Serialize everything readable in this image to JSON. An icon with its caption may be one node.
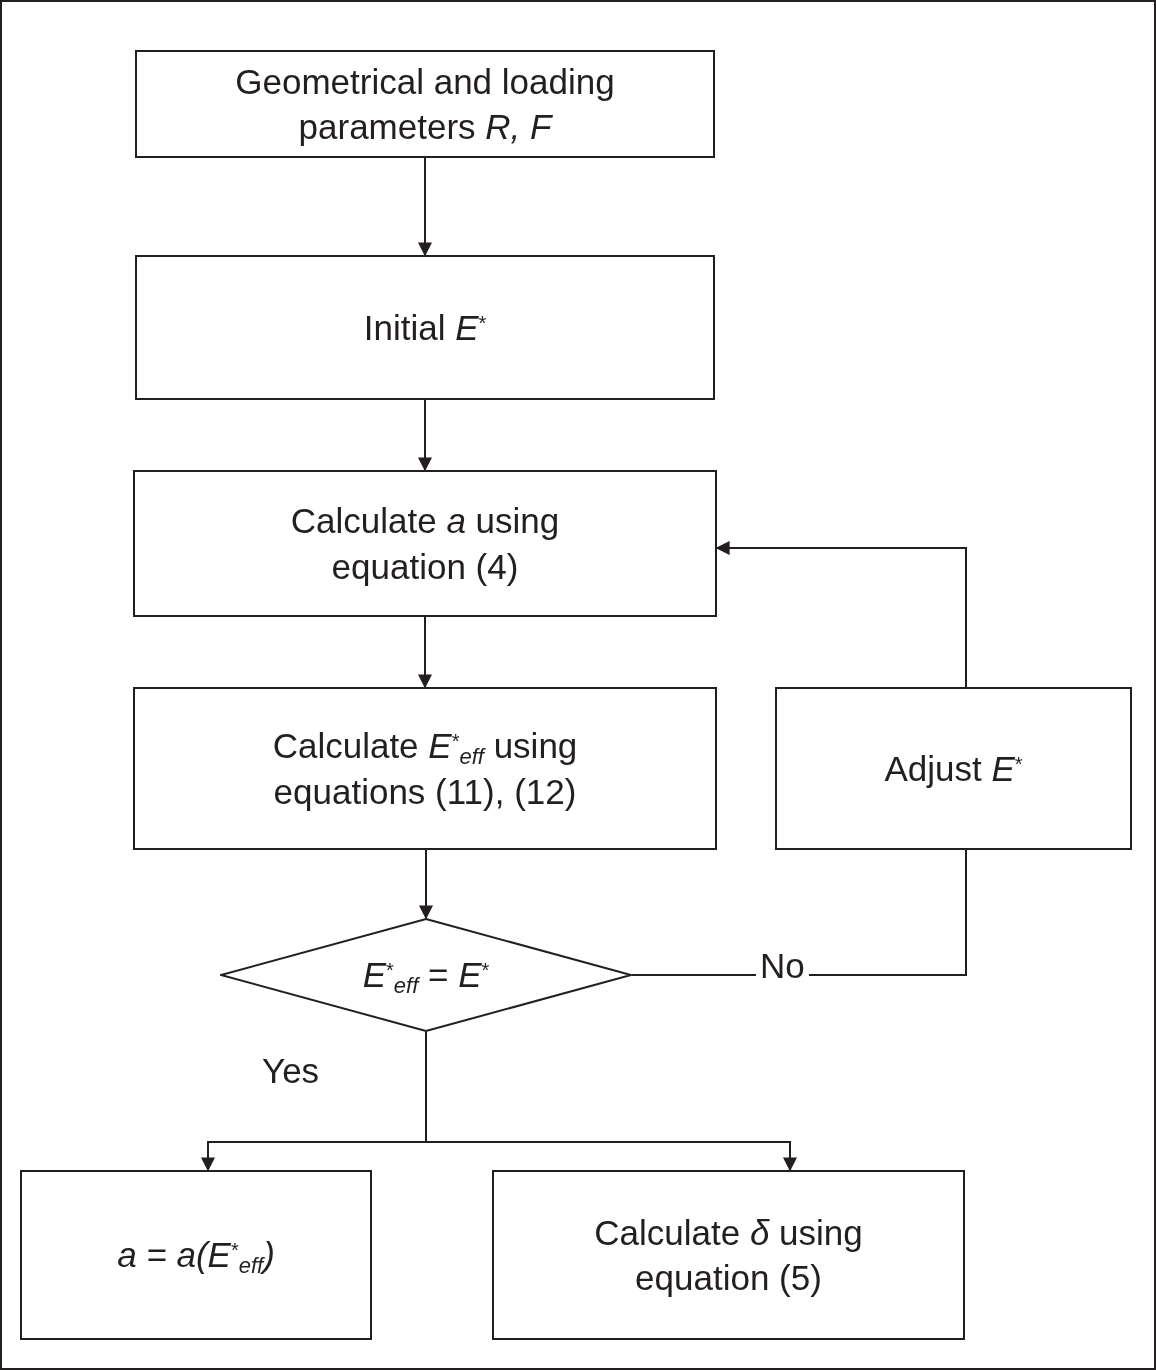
{
  "diagram": {
    "nodes": [
      {
        "text": [
          "Geometrical and loading parameters *R, F*"
        ]
      },
      {
        "text": [
          "Initial *E*$^{*}$"
        ]
      },
      {
        "text": [
          "Calculate *a* using equation (4)"
        ]
      },
      {
        "text": [
          "Calculate *E*$^{*}$$_{eff}$ using equations (11), (12)"
        ]
      },
      {
        "text": [
          "Adjust *E*$^{*}$"
        ]
      },
      {
        "text": [
          "*E*$^{*}$$_{eff}$ = *E*$^{*}$"
        ]
      },
      {
        "text": [
          "*a = a(E*$^{*}$$_{eff}$*)*"
        ]
      },
      {
        "text": [
          "Calculate *δ* using equation (5)"
        ]
      }
    ],
    "edges": [
      {
        "from": 0,
        "to": 1,
        "arrow": "to"
      },
      {
        "from": 1,
        "to": 2,
        "arrow": "to"
      },
      {
        "from": 2,
        "to": 3,
        "arrow": "to"
      },
      {
        "from": 3,
        "to": 5,
        "arrow": "to"
      },
      {
        "from": 5,
        "to": 4,
        "arrow": "none",
        "label": "No"
      },
      {
        "from": 4,
        "to": 2,
        "arrow": "to"
      },
      {
        "from": 5,
        "to": 6,
        "arrow": "to",
        "label": "Yes"
      },
      {
        "from": 5,
        "to": 7,
        "arrow": "to"
      }
    ]
  }
}
